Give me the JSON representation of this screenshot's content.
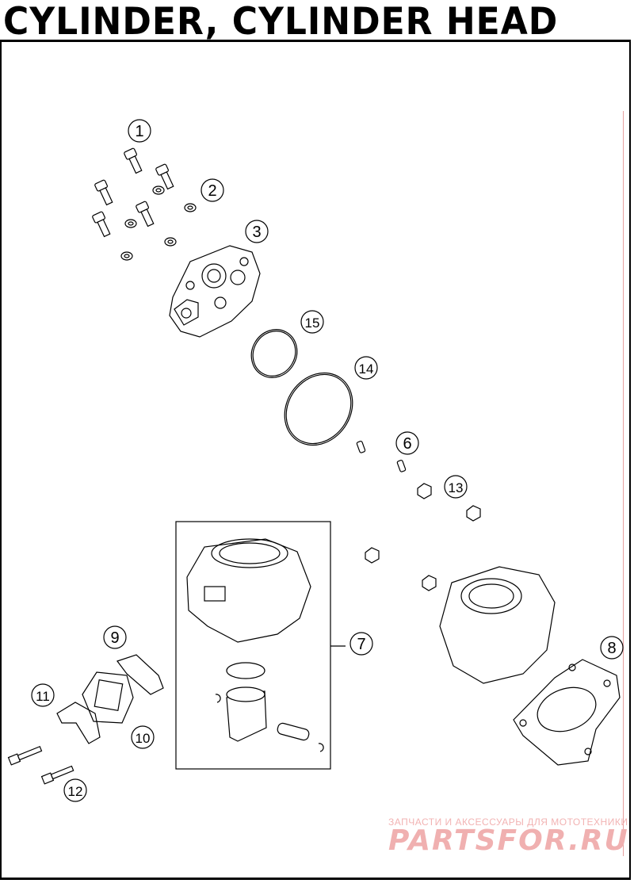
{
  "title": "CYLINDER, CYLINDER HEAD",
  "callouts": [
    "1",
    "2",
    "3",
    "6",
    "7",
    "8",
    "9",
    "10",
    "11",
    "12",
    "13",
    "14",
    "15"
  ],
  "watermark": {
    "tagline": "ЗАПЧАСТИ И АКСЕССУАРЫ ДЛЯ МОТОТЕХНИКИ",
    "brand": "PARTSFOR.RU"
  },
  "colors": {
    "line": "#000000",
    "watermark": "#f0b0b0"
  }
}
